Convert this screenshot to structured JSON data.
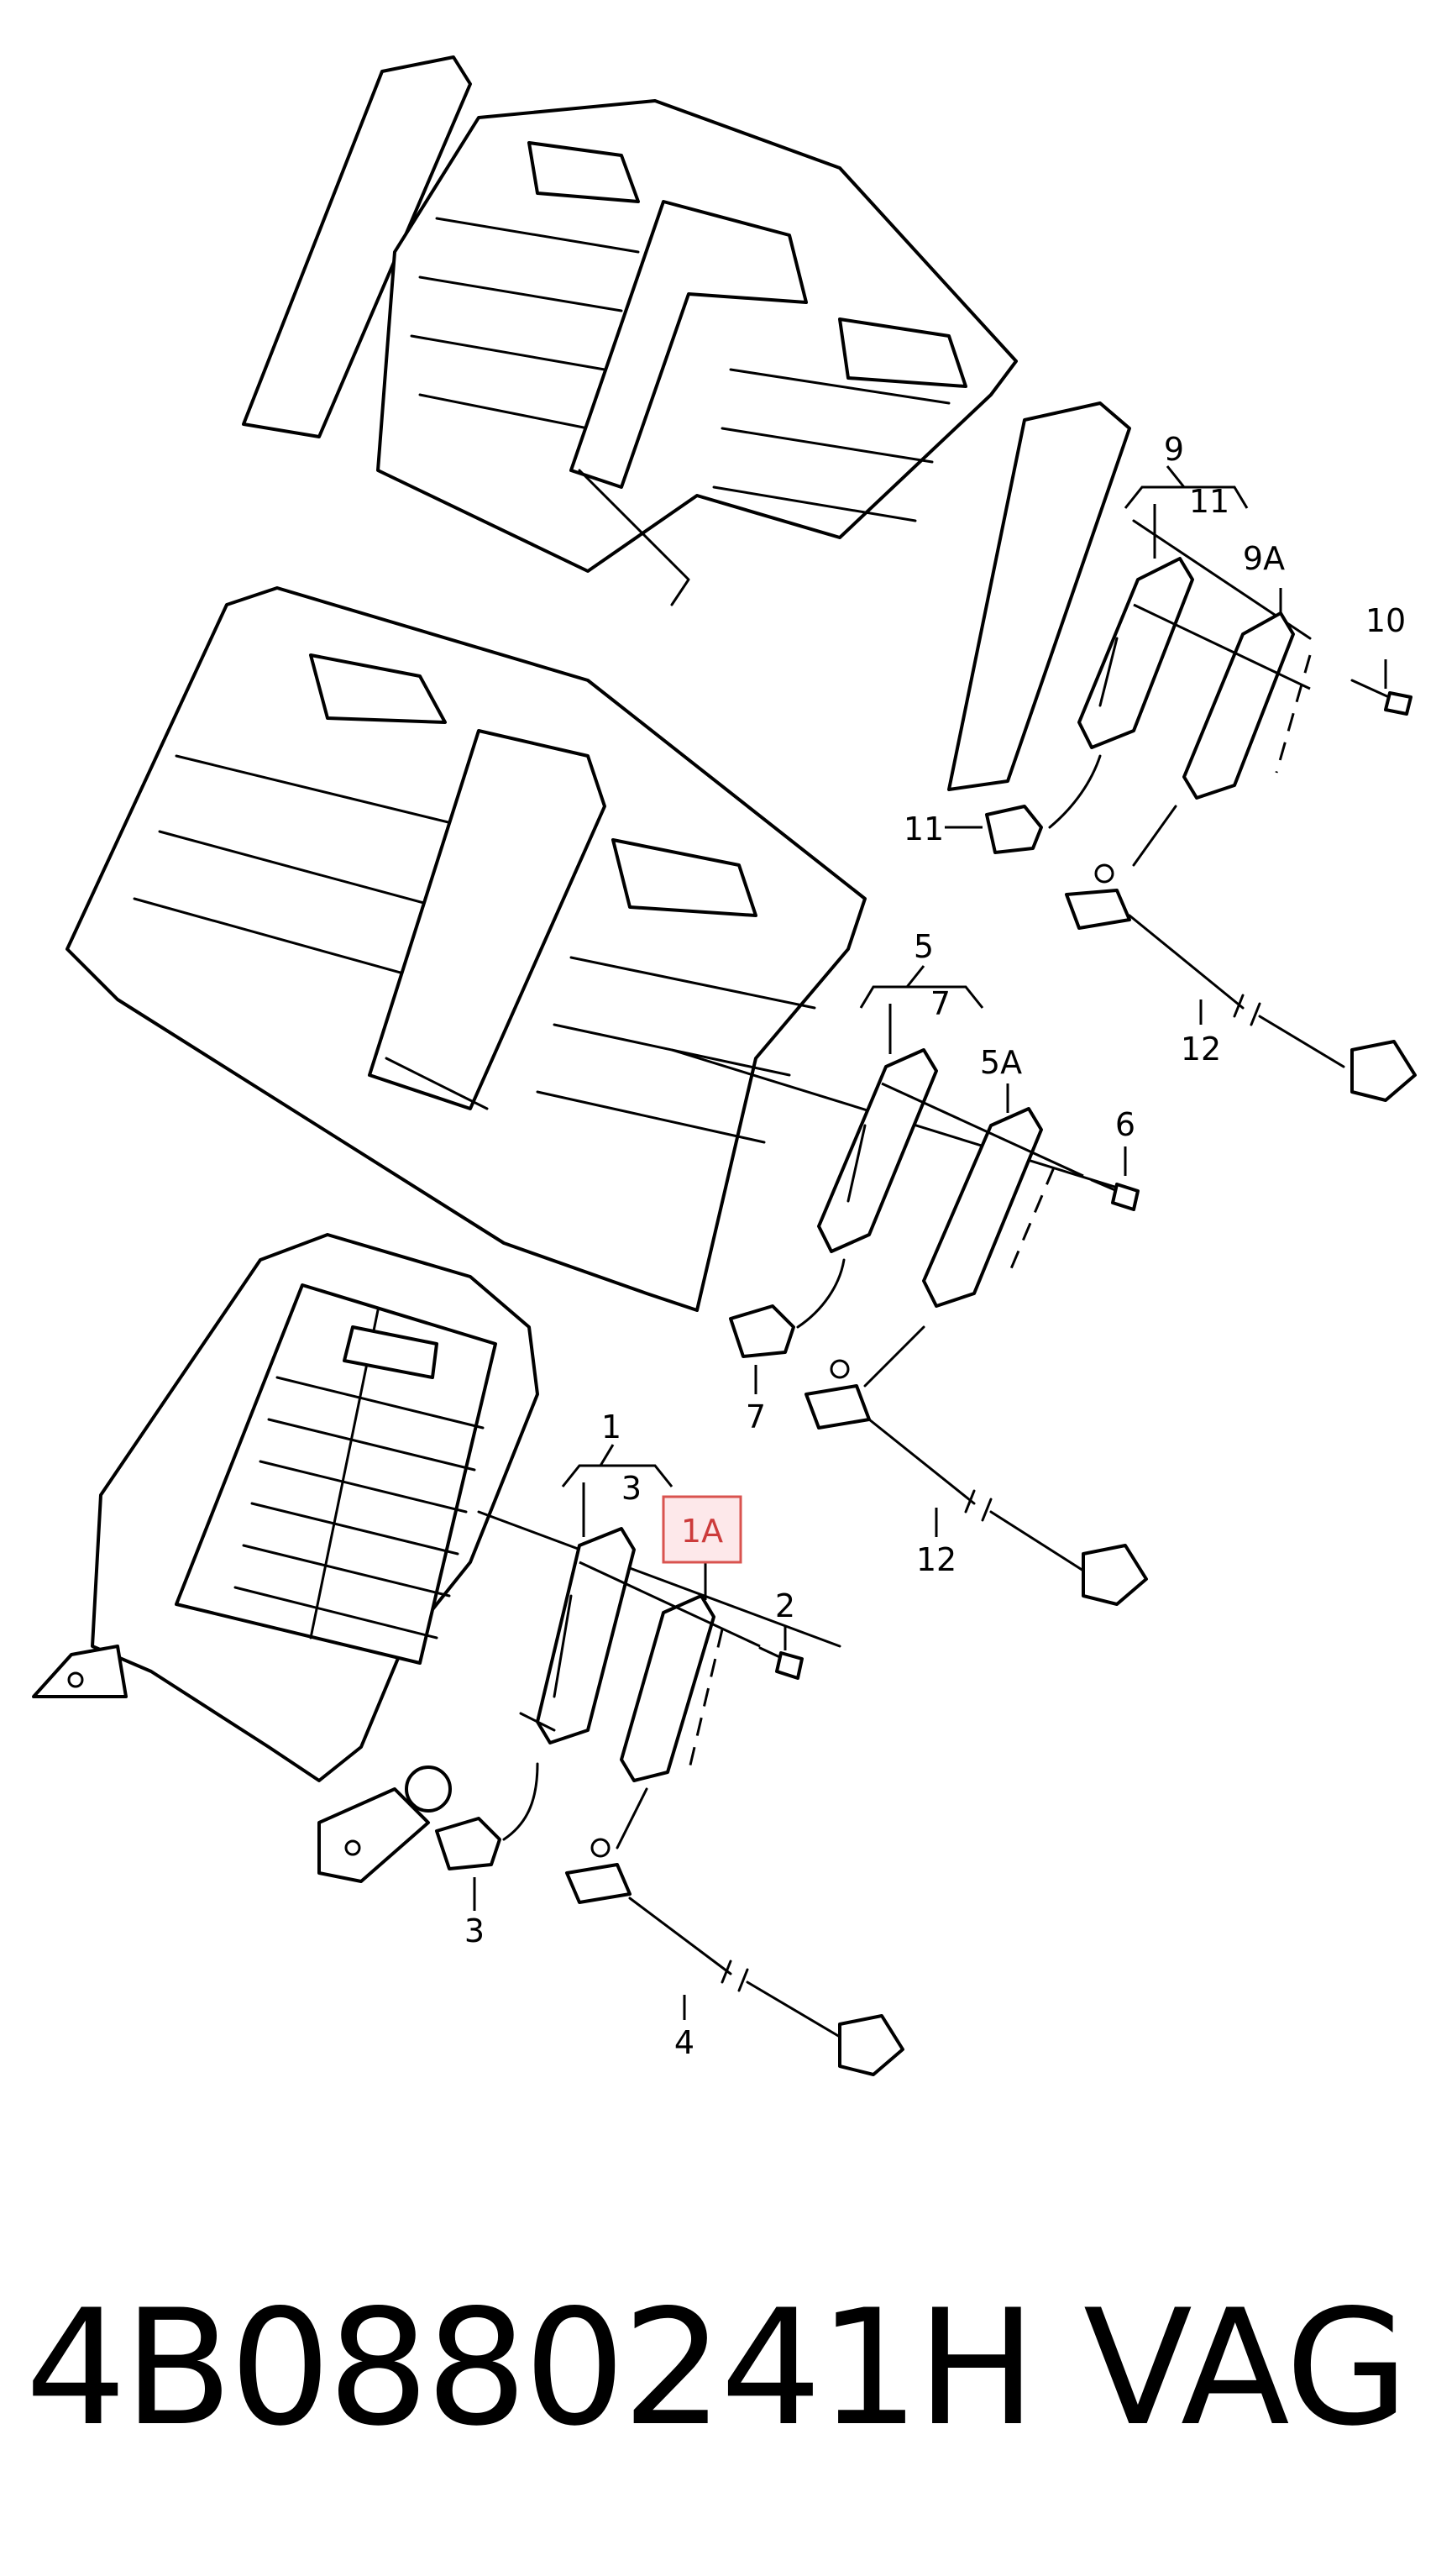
{
  "callouts": {
    "c1": "1",
    "c1a": "1A",
    "c2": "2",
    "c3_top": "3",
    "c3_bottom": "3",
    "c4": "4",
    "c5": "5",
    "c5a": "5A",
    "c6": "6",
    "c7_top": "7",
    "c7_bottom": "7",
    "c9": "9",
    "c9a": "9A",
    "c10": "10",
    "c11_top": "11",
    "c11_left": "11",
    "c12_upper": "12",
    "c12_lower": "12"
  },
  "highlight_color": "#d9534f",
  "footer": {
    "part_number": "4B0880241H",
    "brand": "VAG"
  }
}
